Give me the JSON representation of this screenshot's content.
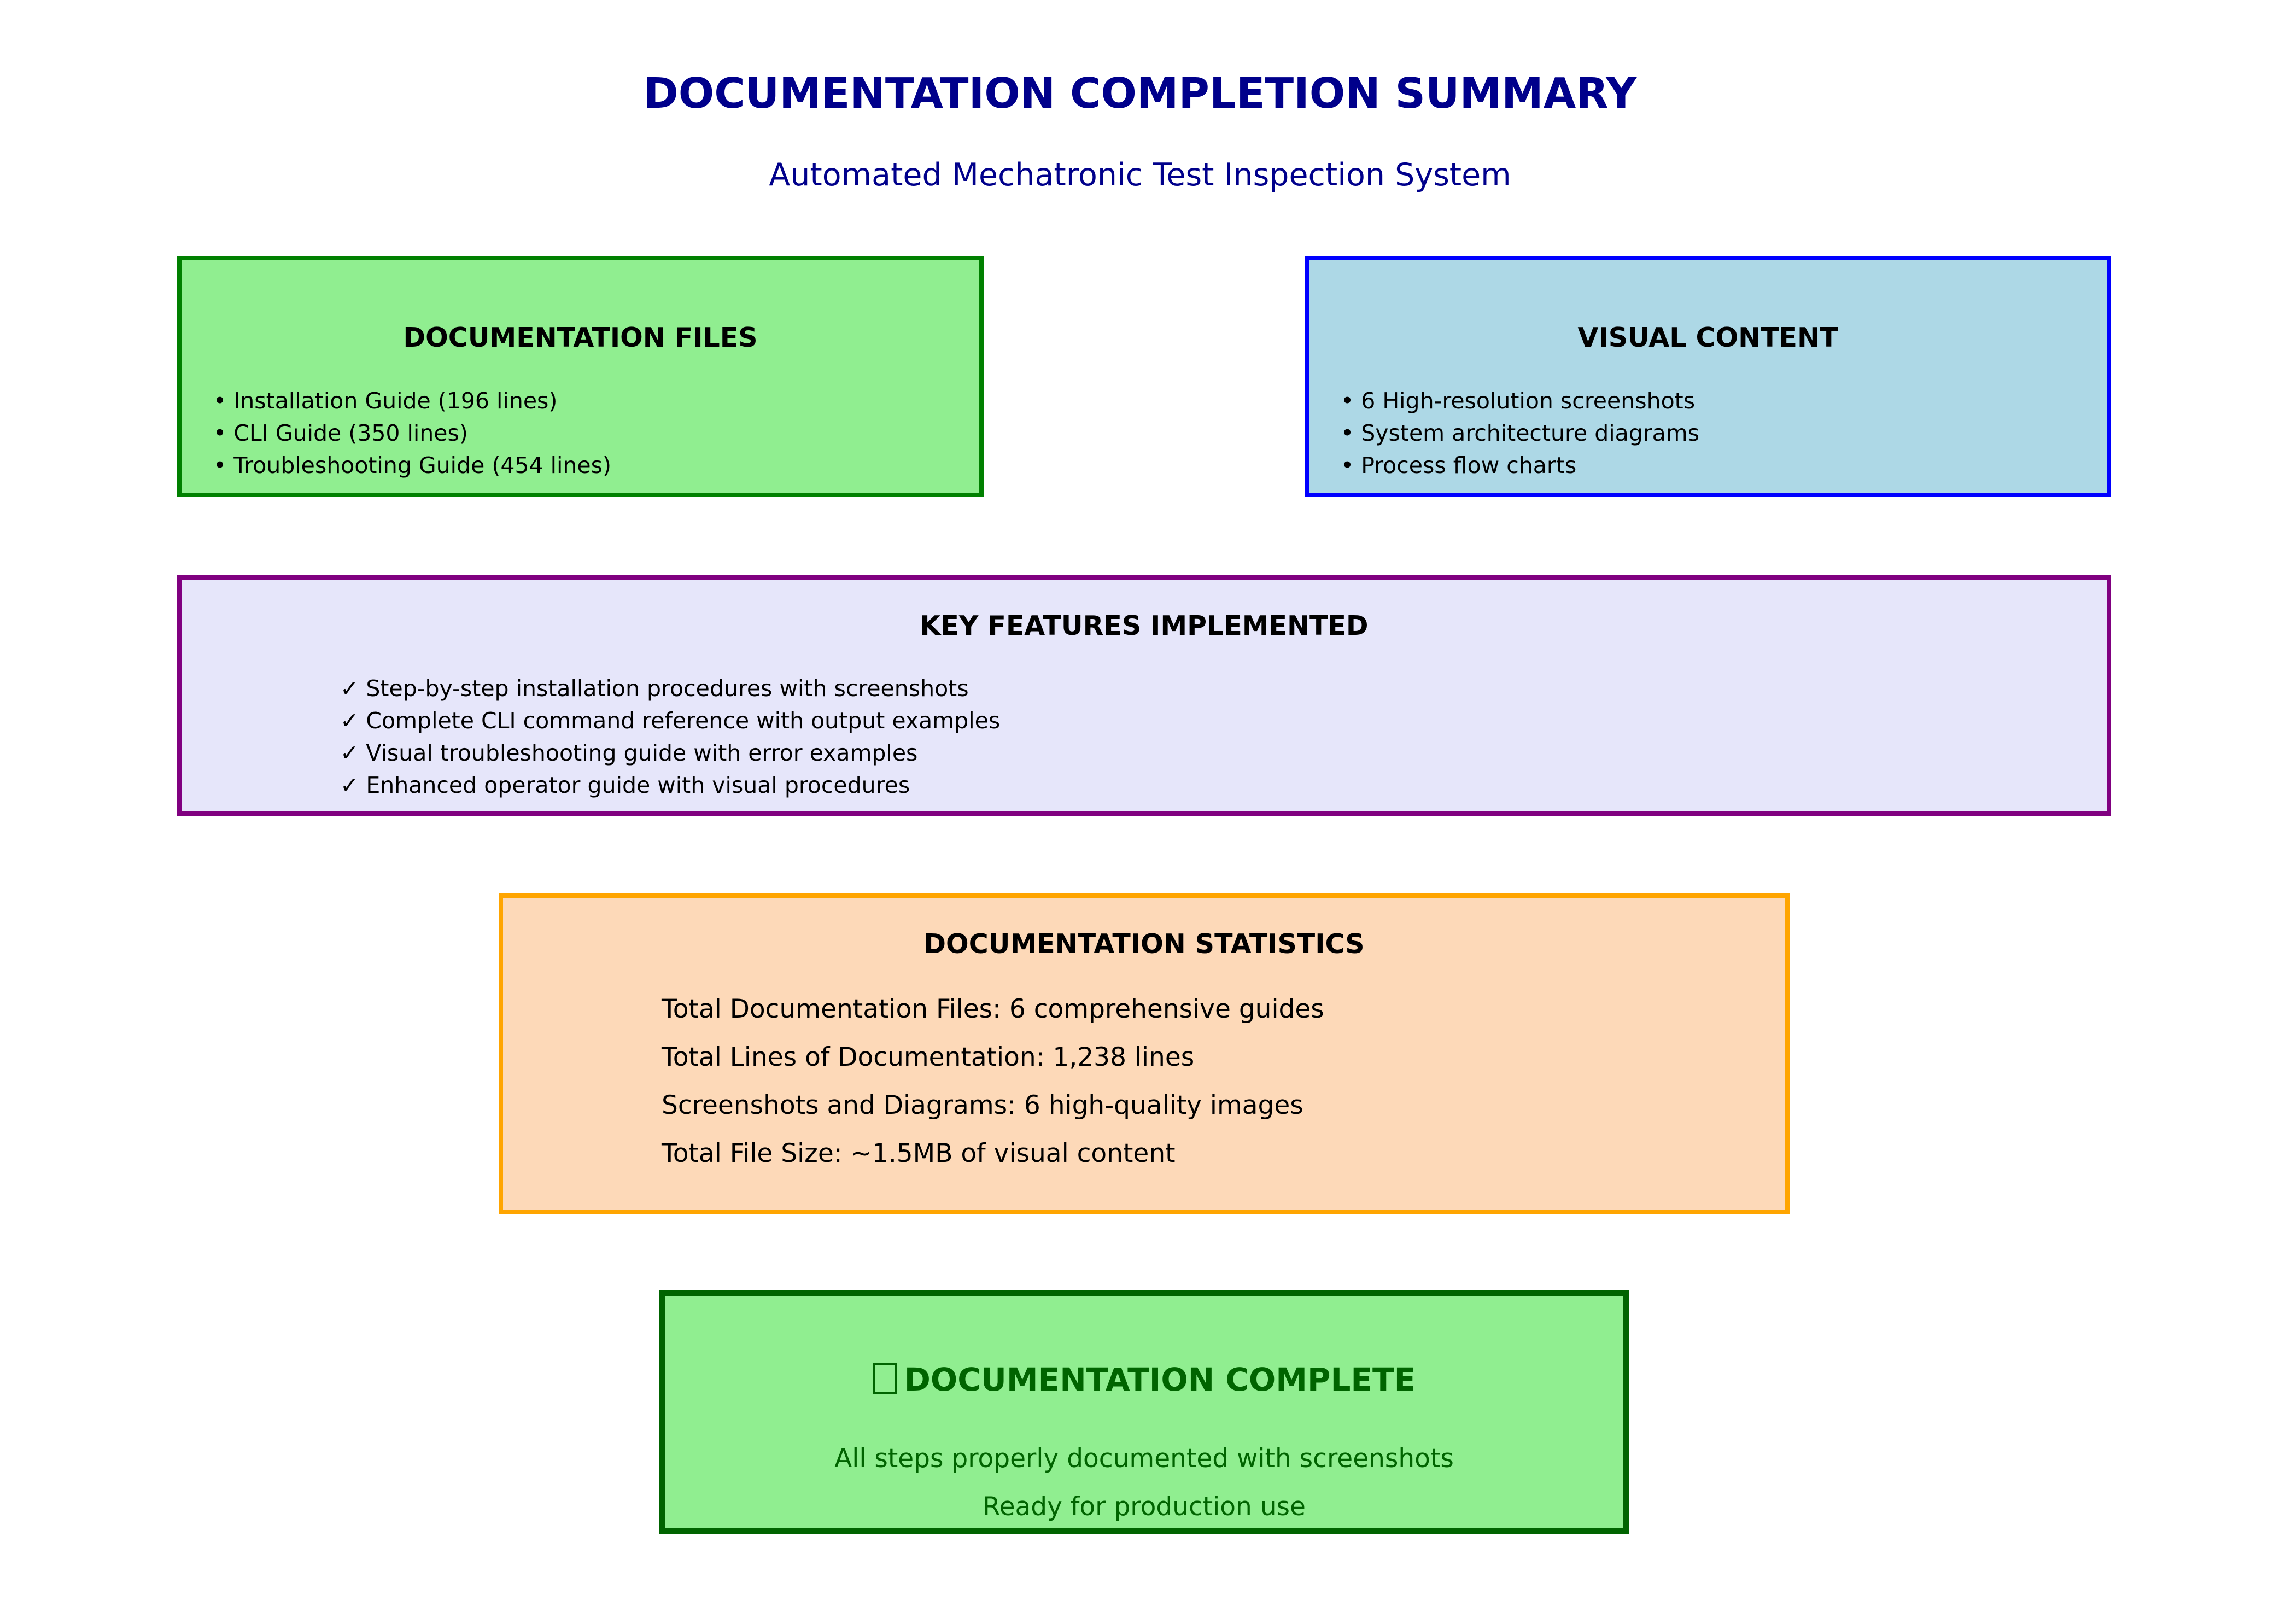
{
  "title": "DOCUMENTATION COMPLETION SUMMARY",
  "subtitle": "Automated Mechatronic Test Inspection System",
  "colors": {
    "title": "#00008b",
    "files_fill": "#90ee90",
    "files_border": "#008000",
    "visual_fill": "#add8e6",
    "visual_border": "#0000ff",
    "features_fill": "#e6e6fa",
    "features_border": "#800080",
    "stats_fill": "#fdd9b8",
    "stats_border": "#ffa500",
    "complete_fill": "#90ee90",
    "complete_border": "#006400"
  },
  "documentation_files": {
    "heading": "DOCUMENTATION FILES",
    "items": [
      "• Installation Guide (196 lines)",
      "• CLI Guide (350 lines)",
      "• Troubleshooting Guide (454 lines)"
    ]
  },
  "visual_content": {
    "heading": "VISUAL CONTENT",
    "items": [
      "• 6 High-resolution screenshots",
      "• System architecture diagrams",
      "• Process flow charts"
    ]
  },
  "key_features": {
    "heading": "KEY FEATURES IMPLEMENTED",
    "items": [
      "✓ Step-by-step installation procedures with screenshots",
      "✓ Complete CLI command reference with output examples",
      "✓ Visual troubleshooting guide with error examples",
      "✓ Enhanced operator guide with visual procedures"
    ]
  },
  "statistics": {
    "heading": "DOCUMENTATION STATISTICS",
    "items": [
      "Total Documentation Files: 6 comprehensive guides",
      "Total Lines of Documentation: 1,238 lines",
      "Screenshots and Diagrams: 6 high-quality images",
      "Total File Size: ~1.5MB of visual content"
    ]
  },
  "completion": {
    "icon": "missing-glyph-icon",
    "heading": "DOCUMENTATION COMPLETE",
    "notes": [
      "All steps properly documented with screenshots",
      "Ready for production use"
    ]
  }
}
